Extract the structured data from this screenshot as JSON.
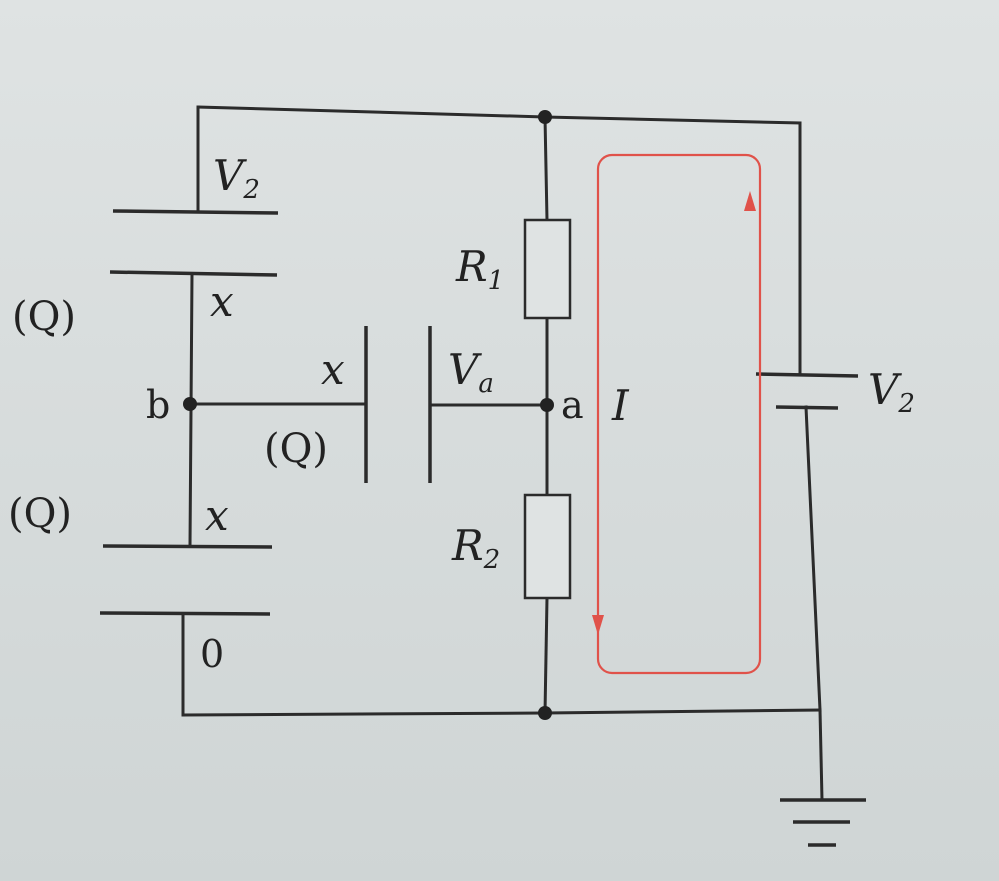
{
  "labels": {
    "v2_top": {
      "main": "V",
      "sub": "2"
    },
    "v2_right": {
      "main": "V",
      "sub": "2"
    },
    "va": {
      "main": "V",
      "sub": "a"
    },
    "r1": {
      "main": "R",
      "sub": "1"
    },
    "r2": {
      "main": "R",
      "sub": "2"
    },
    "x_upper": "x",
    "x_middle": "x",
    "x_lower": "x",
    "q_left_upper": "(Q)",
    "q_middle": "(Q)",
    "q_left_lower": "(Q)",
    "zero": "0",
    "node_a": "a",
    "node_b": "b",
    "current": "I"
  },
  "colors": {
    "wire": "#2b2b2b",
    "current_loop": "#e0524a",
    "background": "#d9dedd"
  }
}
